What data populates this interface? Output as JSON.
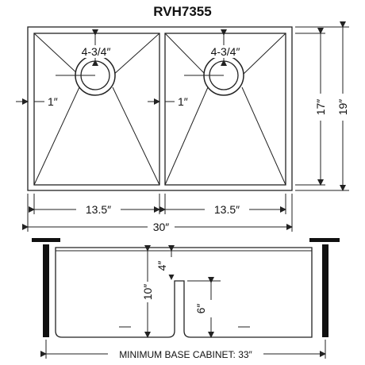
{
  "model": "RVH7355",
  "top_view": {
    "drain_diameter_left": "4-3/4″",
    "drain_diameter_right": "4-3/4″",
    "side_offset_left": "1″",
    "side_offset_right": "1″",
    "bowl_width_left": "13.5″",
    "bowl_width_right": "13.5″",
    "overall_width": "30″",
    "inner_depth": "17″",
    "outer_depth": "19″"
  },
  "side_view": {
    "bowl_depth": "10″",
    "divider_drop": "4″",
    "divider_height": "6″",
    "cabinet_label": "MINIMUM BASE CABINET: 33″"
  },
  "colors": {
    "line": "#222222",
    "text": "#111111",
    "bar": "#111111"
  }
}
